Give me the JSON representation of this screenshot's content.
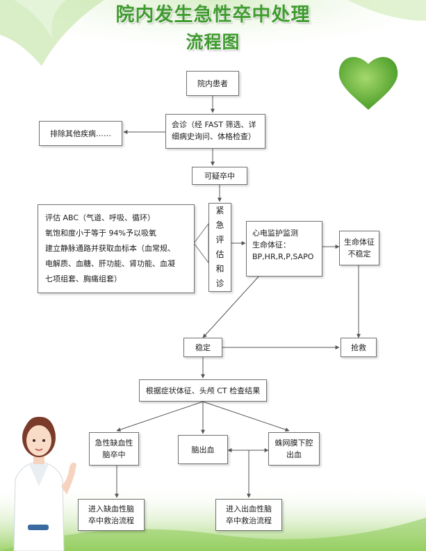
{
  "title": {
    "line1": "院内发生急性卒中处理",
    "line2": "流程图"
  },
  "nodes": {
    "patient": "院内患者",
    "consult": "会诊（经 FAST 筛选、详细病史询问、体格检查）",
    "exclude": "排除其他疾病……",
    "suspected": "可疑卒中",
    "emergency": "紧急评估和诊",
    "assessment_lines": [
      "评估 ABC（气道、呼吸、循环）",
      "氧饱和度小于等于 94%予以吸氧",
      "建立静脉通路并获取血标本（血常规、",
      "电解质、血糖、肝功能、肾功能、血凝",
      "七项组套、胸痛组套）"
    ],
    "monitor_lines": [
      "心电监护监测",
      "生命体征：",
      "BP,HR,R,P,SAPO"
    ],
    "unstable_lines": [
      "生命体征",
      "不稳定"
    ],
    "stable": "稳定",
    "rescue": "抢救",
    "ct": "根据症状体征、头颅 CT 检查结果",
    "ischemic_lines": [
      "急性缺血性",
      "脑卒中"
    ],
    "hemorrhage": "脑出血",
    "sah_lines": [
      "蛛网膜下腔",
      "出血"
    ],
    "ischemic_flow_lines": [
      "进入缺血性脑",
      "卒中救治流程"
    ],
    "hemorrhage_flow_lines": [
      "进入出血性脑",
      "卒中救治流程"
    ]
  },
  "colors": {
    "title": "#3f9b2e",
    "accent_green": "#7cc242",
    "heart": "#6dbb3a",
    "line": "#555555"
  }
}
